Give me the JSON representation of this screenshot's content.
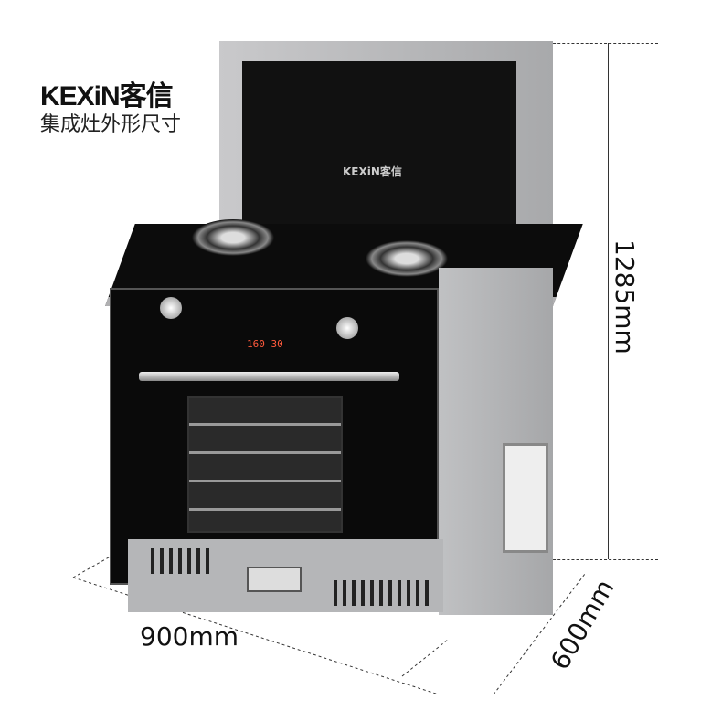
{
  "brand": {
    "logo_text": "KEXiN客信",
    "subtitle": "集成灶外形尺寸"
  },
  "product": {
    "panel_logo": "KEXiN客信",
    "display_temp": "160",
    "display_time": "30"
  },
  "dimensions": {
    "height": "1285mm",
    "width": "900mm",
    "depth": "600mm"
  },
  "colors": {
    "steel": "#b8b9bb",
    "glass": "#111111",
    "display": "#ff5a3c"
  }
}
